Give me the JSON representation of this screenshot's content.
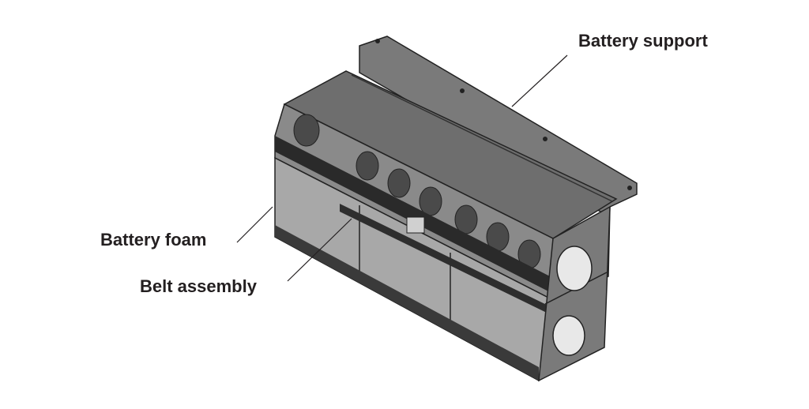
{
  "labels": {
    "battery_support": "Battery support",
    "battery_foam": "Battery foam",
    "belt_assembly": "Belt assembly"
  },
  "colors": {
    "label_text": "#231f20",
    "lid": "#6e6e6e",
    "dark": "#3a3a3a",
    "face": "#8a8a8a",
    "light": "#b5b5b5"
  }
}
